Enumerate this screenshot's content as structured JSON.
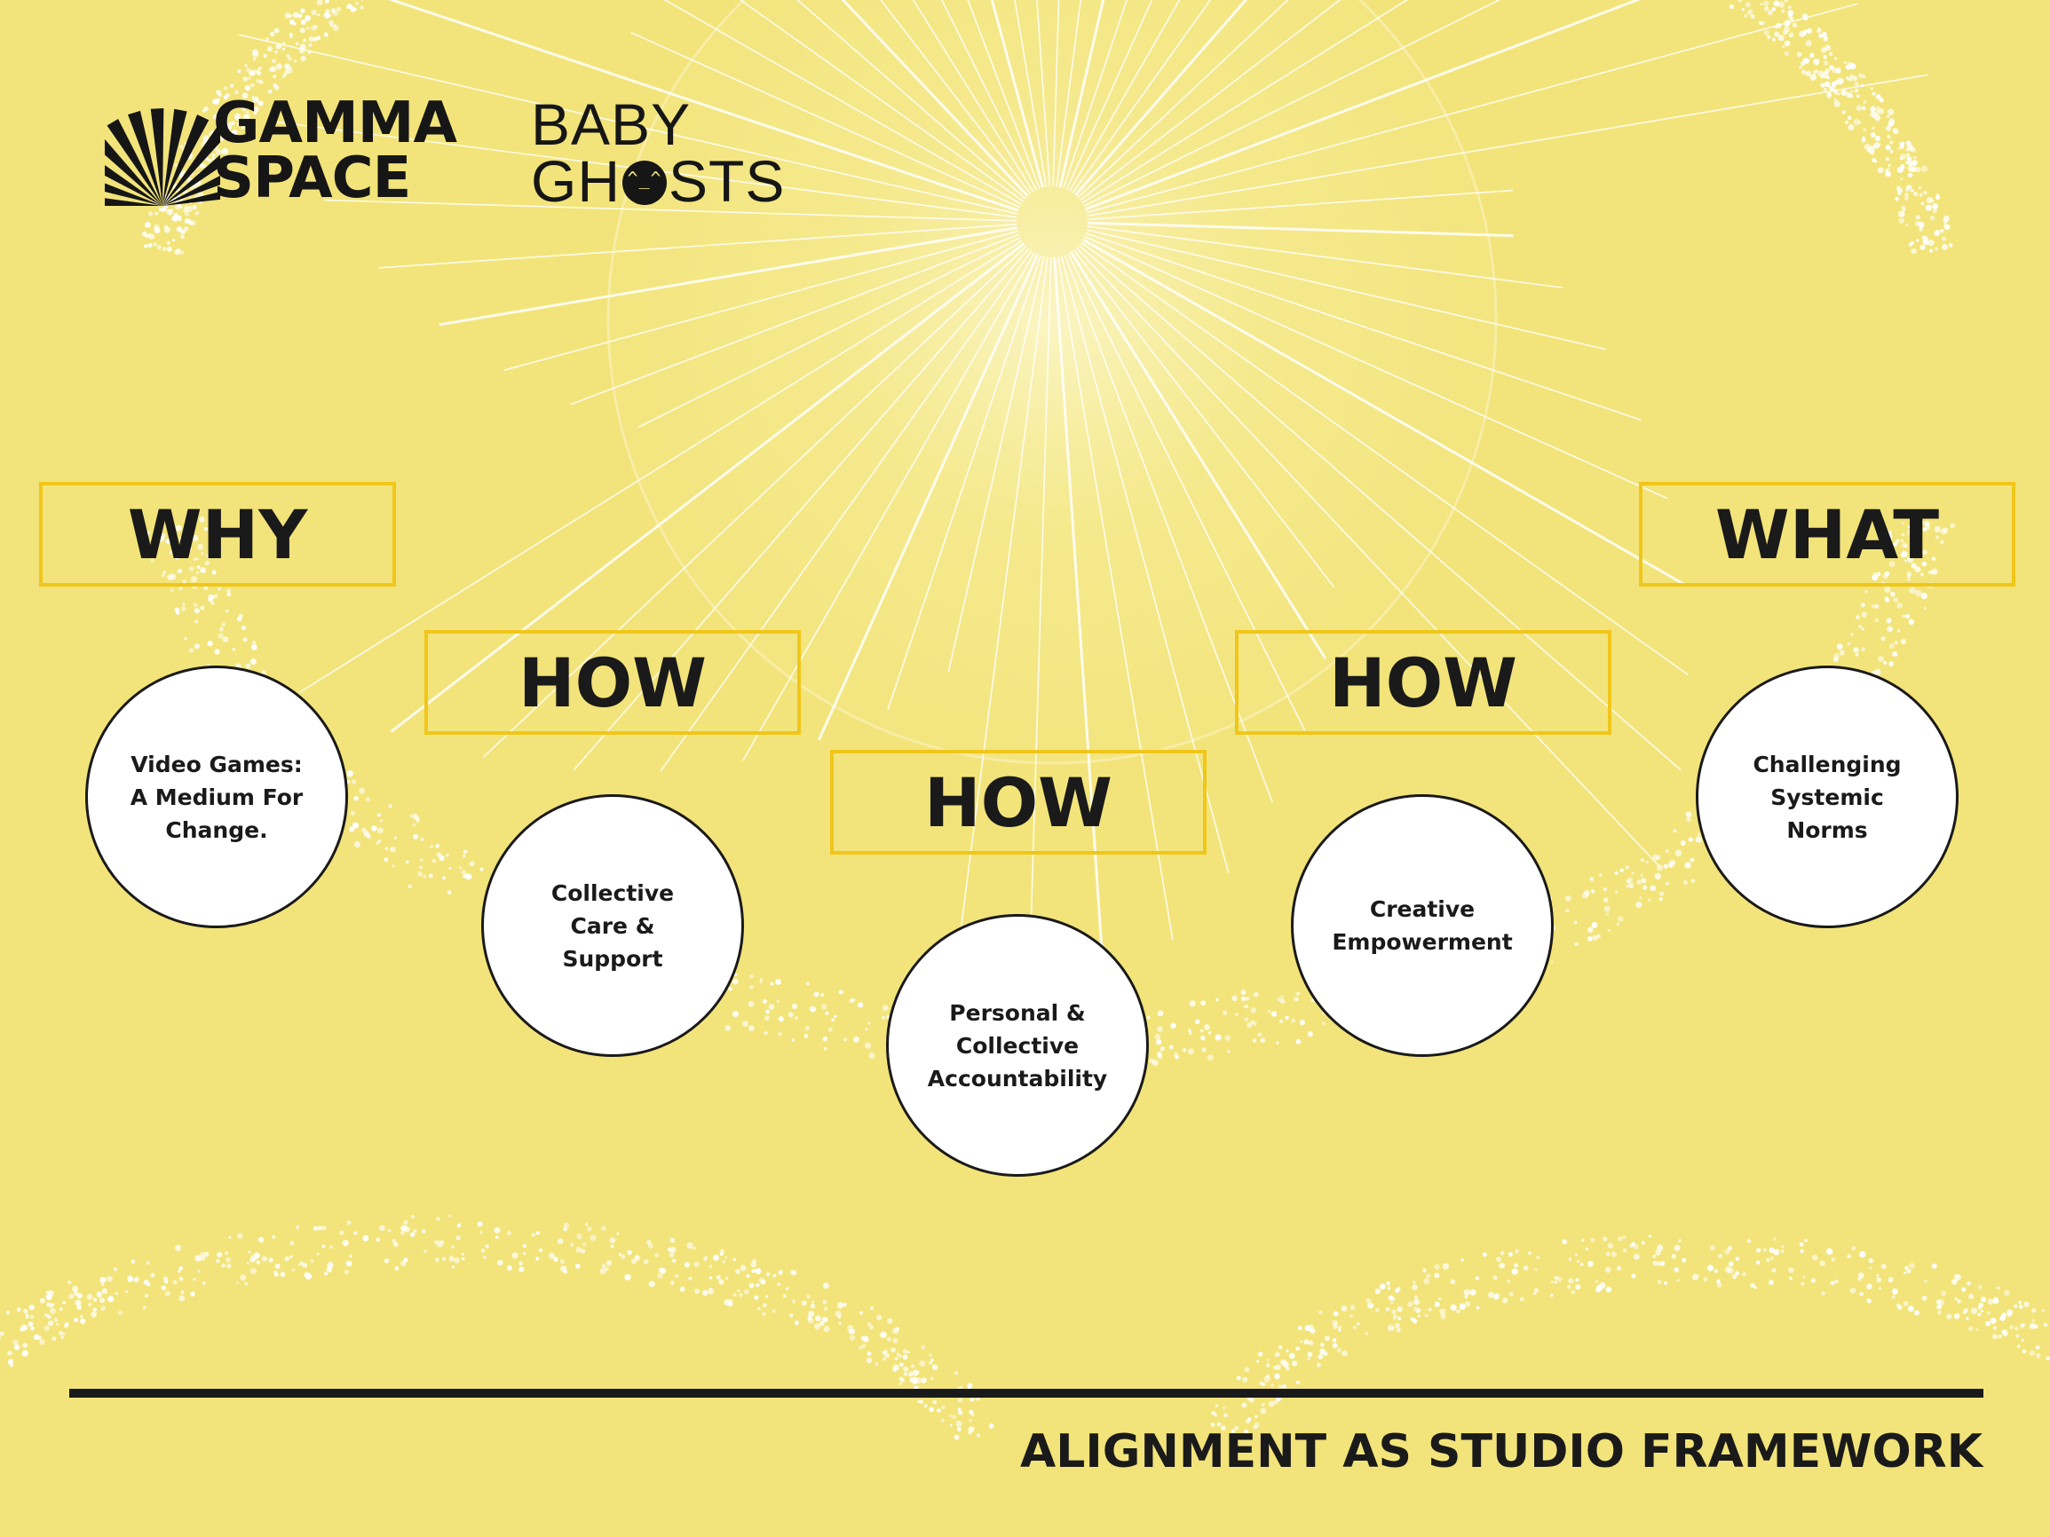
{
  "logos": {
    "gamma_space": {
      "line1": "GAMMA",
      "line2": "SPACE",
      "icon": "sunburst-icon"
    },
    "baby_ghosts": {
      "line1": "BABY",
      "line2_a": "GH",
      "line2_face": "^_^",
      "line2_b": "STS",
      "icon": "ghost-face-icon"
    }
  },
  "framework": {
    "columns": [
      {
        "label": "WHY",
        "text": "Video Games: A Medium For Change."
      },
      {
        "label": "HOW",
        "text": "Collective Care & Support"
      },
      {
        "label": "HOW",
        "text": "Personal & Collective Accountability"
      },
      {
        "label": "HOW",
        "text": "Creative Empowerment"
      },
      {
        "label": "WHAT",
        "text": "Challenging Systemic Norms"
      }
    ]
  },
  "footer": {
    "title": "ALIGNMENT AS STUDIO FRAMEWORK"
  },
  "colors": {
    "background": "#f2e47a",
    "box_border": "#f1c61a",
    "ink": "#1a1a1a",
    "circle_fill": "#ffffff"
  }
}
